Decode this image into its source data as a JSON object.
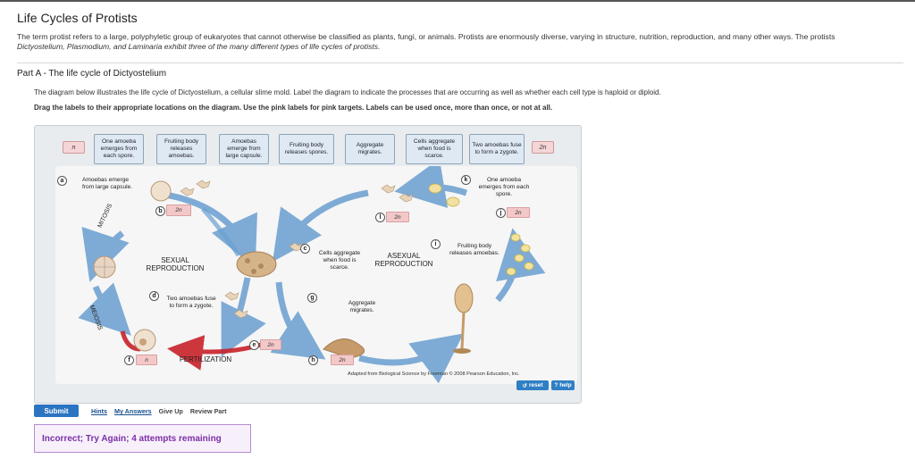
{
  "title": "Life Cycles of Protists",
  "intro_line1": "The term protist refers to a large, polyphyletic group of eukaryotes that cannot otherwise be classified as plants, fungi, or animals. Protists are enormously diverse, varying in structure, nutrition, reproduction, and many other ways. The protists",
  "intro_line2": "Dictyostelium, Plasmodium, and Laminaria exhibit three of the many different types of life cycles of protists.",
  "part_a": "Part A - The life cycle of Dictyostelium",
  "description": "The diagram below illustrates the life cycle of Dictyostelium, a cellular slime mold. Label the diagram to indicate the processes that are occurring as well as whether each cell type is haploid or diploid.",
  "drag_instructions": "Drag the labels to their appropriate locations on the diagram. Use the pink labels for pink targets. Labels can be used once, more than once, or not at all.",
  "label_bank": {
    "n": "n",
    "l1": "One amoeba emerges from each spore.",
    "l2": "Fruiting body releases amoebas.",
    "l3": "Amoebas emerge from large capsule.",
    "l4": "Fruiting body releases spores.",
    "l5": "Aggregate migrates.",
    "l6": "Cells aggregate when food is scarce.",
    "l7": "Two amoebas fuse to form a zygote.",
    "two_n": "2n"
  },
  "diagram": {
    "a_label": "Amoebas emerge from large capsule.",
    "b_val": "2n",
    "sexual": "SEXUAL REPRODUCTION",
    "mitosis": "MITOSIS",
    "meiosis": "MEIOSIS",
    "d_label": "Two amoebas fuse to form a zygote.",
    "e_val": "2n",
    "f_val": "n",
    "fertilization": "FERTILIZATION",
    "c_label": "Cells aggregate when food is scarce.",
    "asexual": "ASEXUAL REPRODUCTION",
    "g_label": "Aggregate migrates.",
    "h_val": "2n",
    "l_val": "2n",
    "i_label": "Fruiting body releases amoebas.",
    "k_label": "One amoeba emerges from each spore.",
    "j_val": "2n",
    "letters": {
      "a": "a",
      "b": "b",
      "c": "c",
      "d": "d",
      "e": "e",
      "f": "f",
      "g": "g",
      "h": "h",
      "i": "i",
      "j": "j",
      "k": "k",
      "l": "l"
    }
  },
  "credit": "Adapted from Biological Science by Freeman © 2008 Pearson Education, Inc.",
  "reset": "reset",
  "help": "? help",
  "submit": "Submit",
  "footer": {
    "hints": "Hints",
    "my_answers": "My Answers",
    "give_up": "Give Up",
    "review_part": "Review Part"
  },
  "feedback": "Incorrect; Try Again; 4 attempts remaining",
  "colors": {
    "accent": "#2a74c2",
    "pink": "#f3c8c8",
    "arrow_blue": "#6a9fd0",
    "arrow_red": "#c8222a"
  }
}
